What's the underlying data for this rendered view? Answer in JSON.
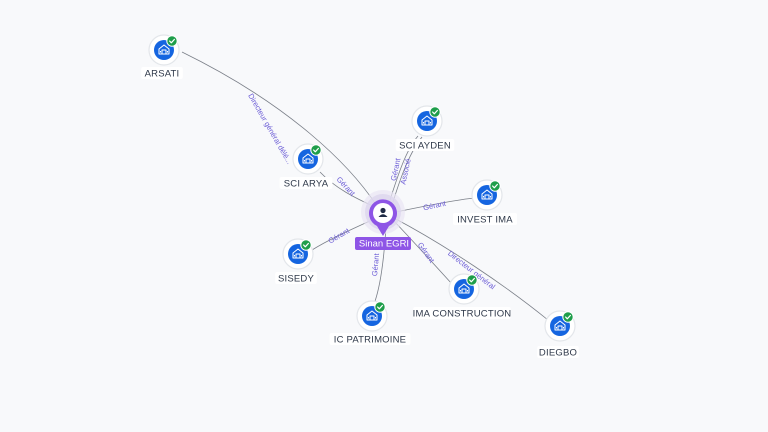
{
  "colors": {
    "background": "#f8f9fb",
    "edge": "#7a7f88",
    "edge_label": "#6a5bd6",
    "company_icon": "#1565e0",
    "verified_badge": "#1e9e4a",
    "person_accent": "#8e55e6",
    "label_bg": "#ffffff"
  },
  "icons": {
    "company": "building-icon",
    "verified": "check-badge-icon",
    "person": "user-icon"
  },
  "person": {
    "name": "Sinan EGRI"
  },
  "companies": [
    {
      "id": "arsati",
      "label": "ARSATI"
    },
    {
      "id": "sci-ayden",
      "label": "SCI AYDEN"
    },
    {
      "id": "sci-arya",
      "label": "SCI ARYA"
    },
    {
      "id": "invest-ima",
      "label": "INVEST IMA"
    },
    {
      "id": "sisedy",
      "label": "SISEDY"
    },
    {
      "id": "ima-construction",
      "label": "IMA CONSTRUCTION"
    },
    {
      "id": "ic-patrimoine",
      "label": "IC PATRIMOINE"
    },
    {
      "id": "diegbo",
      "label": "DIEGBO"
    }
  ],
  "edges": [
    {
      "to": "arsati",
      "label": "Directeur général délé..."
    },
    {
      "to": "sci-ayden",
      "label": "Gérant"
    },
    {
      "to": "sci-ayden",
      "label": "Associé"
    },
    {
      "to": "sci-arya",
      "label": "Gérant"
    },
    {
      "to": "invest-ima",
      "label": "Gérant"
    },
    {
      "to": "sisedy",
      "label": "Gérant"
    },
    {
      "to": "ima-construction",
      "label": "Gérant"
    },
    {
      "to": "ic-patrimoine",
      "label": "Gérant"
    },
    {
      "to": "diegbo",
      "label": "Directeur général"
    }
  ]
}
